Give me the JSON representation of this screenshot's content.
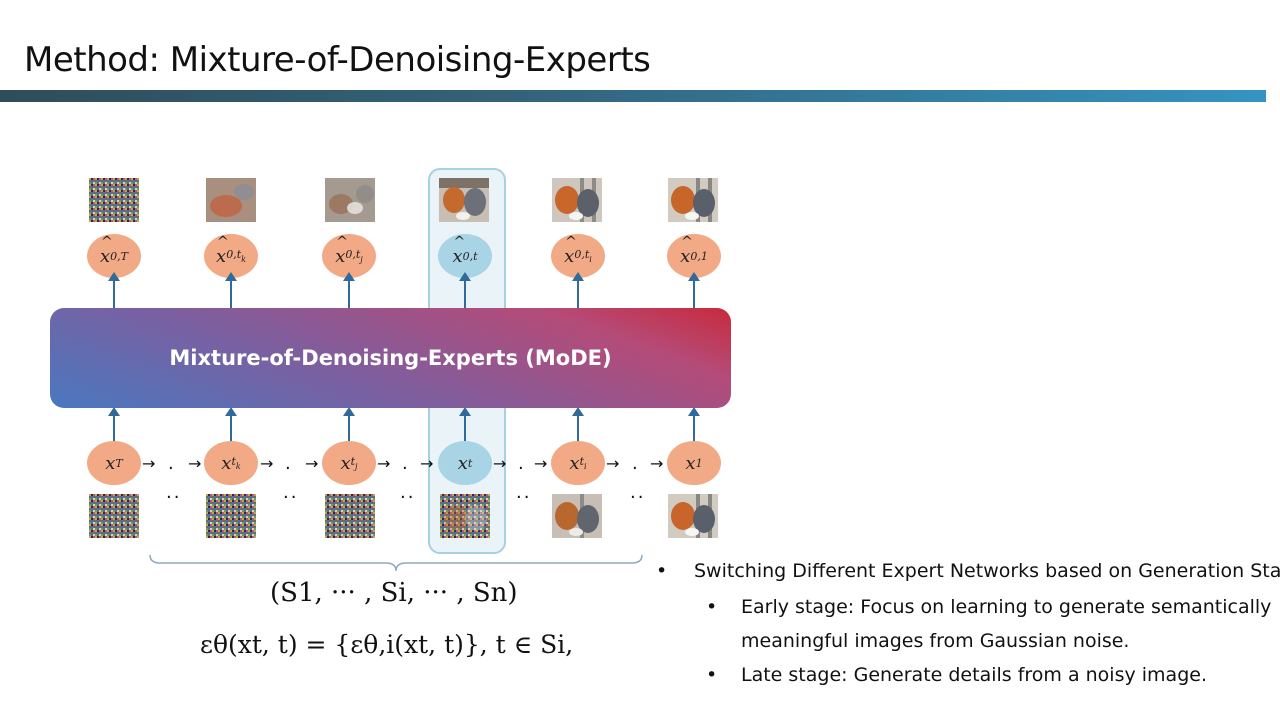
{
  "slide": {
    "title": "Method: Mixture-of-Denoising-Experts",
    "mode_label": "Mixture-of-Denoising-Experts (MoDE)"
  },
  "diagram": {
    "output_nodes": [
      "x̂0,T",
      "x̂0,tk",
      "x̂0,tj",
      "x̂0,t",
      "x̂0,ti",
      "x̂0,1"
    ],
    "input_nodes": [
      "xT",
      "xtk",
      "xtj",
      "xt",
      "xti",
      "x1"
    ],
    "highlighted_index": 3
  },
  "formulas": {
    "stages": "(S1, ··· , Si, ··· , Sn)",
    "eps": "εθ(xt, t) = {εθ,i(xt, t)},   t ∈ Si,"
  },
  "bullets": {
    "main": "Switching Different Expert Networks based on Generation Stages",
    "early_line1": "Early stage: Focus on learning to generate semantically",
    "early_line2": "meaningful images from Gaussian noise.",
    "late": "Late stage: Generate details from a noisy image."
  },
  "colors": {
    "node_orange": "#f2a985",
    "node_blue": "#a9d4e6",
    "arrow": "#2f6a9a",
    "title_bar_start": "#2f4d58",
    "title_bar_end": "#3594c0"
  }
}
